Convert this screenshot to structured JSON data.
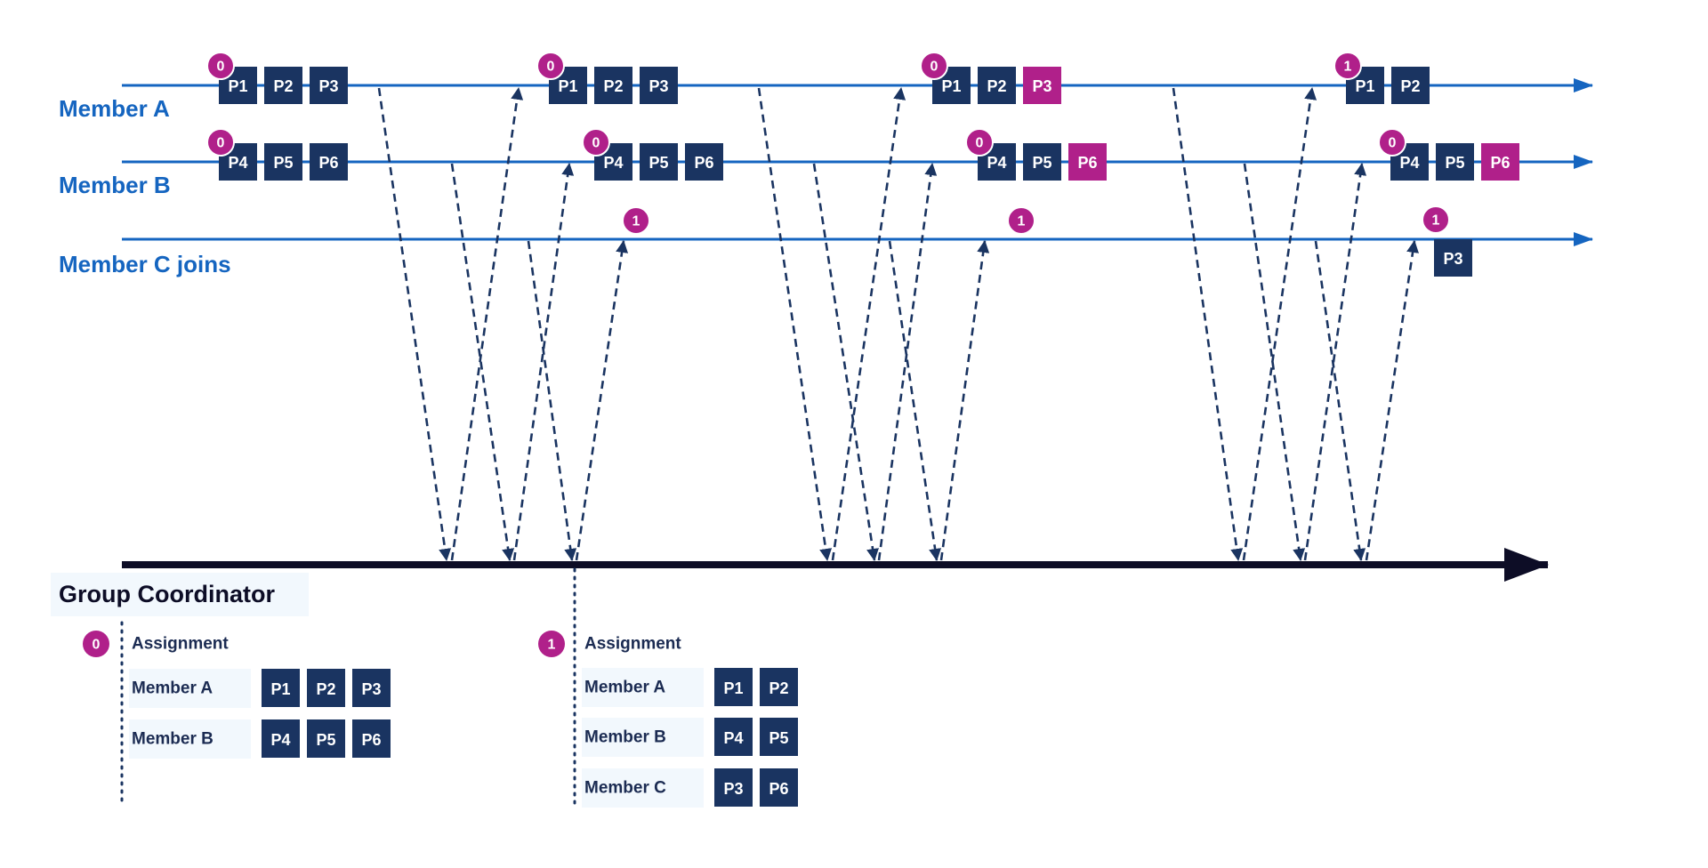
{
  "colors": {
    "lane": "#1565c0",
    "box": "#1a3461",
    "highlight": "#b0208a",
    "badge": "#b0208a",
    "arrow": "#1a3461",
    "coordinator_line": "#0d0d26",
    "label_bg": "#f2f8fd"
  },
  "lanes": [
    {
      "label": "Member A",
      "groups": [
        {
          "badge": "0",
          "boxes": [
            {
              "text": "P1"
            },
            {
              "text": "P2"
            },
            {
              "text": "P3"
            }
          ]
        },
        {
          "badge": "0",
          "boxes": [
            {
              "text": "P1"
            },
            {
              "text": "P2"
            },
            {
              "text": "P3"
            }
          ]
        },
        {
          "badge": "0",
          "boxes": [
            {
              "text": "P1"
            },
            {
              "text": "P2"
            },
            {
              "text": "P3",
              "highlight": true
            }
          ]
        },
        {
          "badge": "1",
          "boxes": [
            {
              "text": "P1"
            },
            {
              "text": "P2"
            }
          ]
        }
      ]
    },
    {
      "label": "Member B",
      "groups": [
        {
          "badge": "0",
          "boxes": [
            {
              "text": "P4"
            },
            {
              "text": "P5"
            },
            {
              "text": "P6"
            }
          ]
        },
        {
          "badge": "0",
          "boxes": [
            {
              "text": "P4"
            },
            {
              "text": "P5"
            },
            {
              "text": "P6"
            }
          ]
        },
        {
          "badge": "0",
          "boxes": [
            {
              "text": "P4"
            },
            {
              "text": "P5"
            },
            {
              "text": "P6",
              "highlight": true
            }
          ]
        },
        {
          "badge": "0",
          "boxes": [
            {
              "text": "P4"
            },
            {
              "text": "P5"
            },
            {
              "text": "P6",
              "highlight": true
            }
          ]
        }
      ]
    },
    {
      "label": "Member C joins",
      "groups": [
        {
          "badge": "1",
          "boxes": []
        },
        {
          "badge": "1",
          "boxes": []
        },
        {
          "badge": "1",
          "boxes": [
            {
              "text": "P3"
            }
          ]
        }
      ]
    }
  ],
  "coordinator": {
    "label": "Group Coordinator"
  },
  "assignments": [
    {
      "badge": "0",
      "title": "Assignment",
      "rows": [
        {
          "member": "Member A",
          "partitions": [
            "P1",
            "P2",
            "P3"
          ]
        },
        {
          "member": "Member B",
          "partitions": [
            "P4",
            "P5",
            "P6"
          ]
        }
      ]
    },
    {
      "badge": "1",
      "title": "Assignment",
      "rows": [
        {
          "member": "Member A",
          "partitions": [
            "P1",
            "P2"
          ]
        },
        {
          "member": "Member B",
          "partitions": [
            "P4",
            "P5"
          ]
        },
        {
          "member": "Member C",
          "partitions": [
            "P3",
            "P6"
          ]
        }
      ]
    }
  ]
}
